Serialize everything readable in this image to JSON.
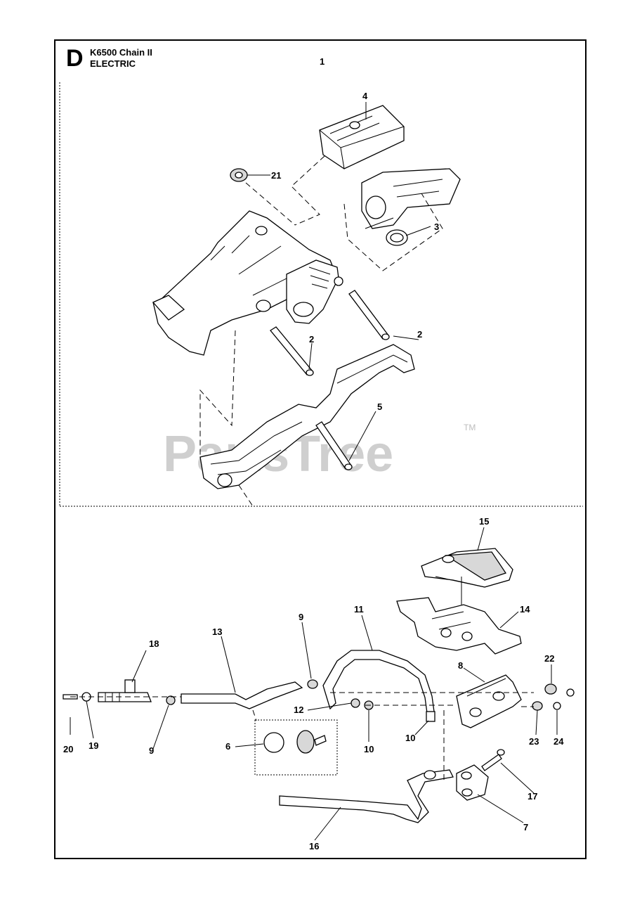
{
  "header": {
    "section_letter": "D",
    "model_line": "K6500 Chain II",
    "variant_line": "ELECTRIC"
  },
  "watermark": {
    "text": "PartsTree",
    "trademark": "TM"
  },
  "callouts": {
    "c1": "1",
    "c4": "4",
    "c21": "21",
    "c3": "3",
    "c2a": "2",
    "c2b": "2",
    "c5": "5",
    "c15": "15",
    "c14": "14",
    "c11": "11",
    "c9a": "9",
    "c13": "13",
    "c18": "18",
    "c22": "22",
    "c8": "8",
    "c12": "12",
    "c10a": "10",
    "c10b": "10",
    "c20": "20",
    "c19": "19",
    "c9b": "9",
    "c6": "6",
    "c23": "23",
    "c24": "24",
    "c17": "17",
    "c7": "7",
    "c16": "16"
  }
}
